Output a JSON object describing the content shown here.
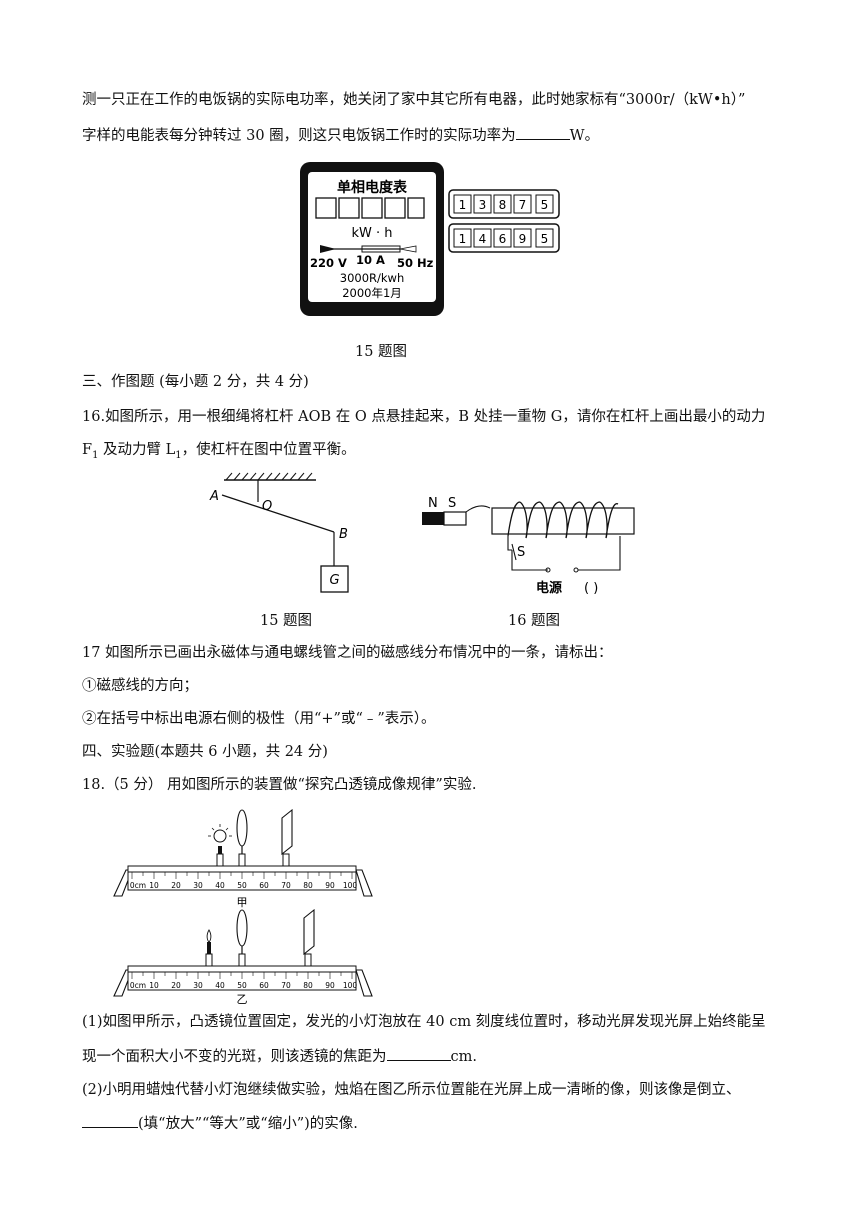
{
  "q15": {
    "line1": "测一只正在工作的电饭锅的实际电功率，她关闭了家中其它所有电器，此时她家标有“3000r/（kW•h）”",
    "line2_pre": "字样的电能表每分钟转过 30 圈，则这只电饭锅工作时的实际功率为",
    "line2_post": "W。",
    "meter": {
      "title": "单相电度表",
      "unit": "kW · h",
      "voltage": "220 V",
      "current": "10 A",
      "freq": "50 Hz",
      "rev": "3000R/kwh",
      "date": "2000年1月",
      "reading1": [
        "1",
        "3",
        "8",
        "7",
        "5"
      ],
      "reading2": [
        "1",
        "4",
        "6",
        "9",
        "5"
      ]
    },
    "caption": "15 题图"
  },
  "section3": "三、作图题  (每小题 2 分，共 4 分)",
  "q16": {
    "line1": "16.如图所示，用一根细绳将杠杆 AOB 在 O 点悬挂起来，B 处挂一重物 G，请你在杠杆上画出最小的动力",
    "line2_a": "F",
    "line2_sub1": "1",
    "line2_b": " 及动力臂 L",
    "line2_sub2": "1",
    "line2_c": "，使杠杆在图中位置平衡。",
    "label_A": "A",
    "label_O": "O",
    "label_B": "B",
    "label_G": "G",
    "caption_left": "15 题图",
    "magnet_N": "N",
    "magnet_S": "S",
    "switch_S": "S",
    "power": "电源",
    "paren": "(   )",
    "caption_right": "16 题图"
  },
  "q17": {
    "line1": "17 如图所示已画出永磁体与通电螺线管之间的磁感线分布情况中的一条，请标出：",
    "line2": "①磁感线的方向；",
    "line3": "②在括号中标出电源右侧的极性（用“+”或“﹣”表示）。"
  },
  "section4": "四、实验题(本题共 6 小题，共 24 分)",
  "q18": {
    "intro": "18.（5 分）  用如图所示的装置做“探究凸透镜成像规律”实验.",
    "ruler_ticks": [
      "0cm",
      "10",
      "20",
      "30",
      "40",
      "50",
      "60",
      "70",
      "80",
      "90",
      "100"
    ],
    "label_jia": "甲",
    "label_yi": "乙",
    "p1_line1": "(1)如图甲所示，凸透镜位置固定，发光的小灯泡放在 40 cm 刻度线位置时，移动光屏发现光屏上始终能呈",
    "p1_line2_pre": "现一个面积大小不变的光斑，则该透镜的焦距为",
    "p1_line2_post": "cm.",
    "p2_line1": "(2)小明用蜡烛代替小灯泡继续做实验，烛焰在图乙所示位置能在光屏上成一清晰的像，则该像是倒立、",
    "p2_line2_post": "(填“放大”“等大”或“缩小”)的实像."
  }
}
